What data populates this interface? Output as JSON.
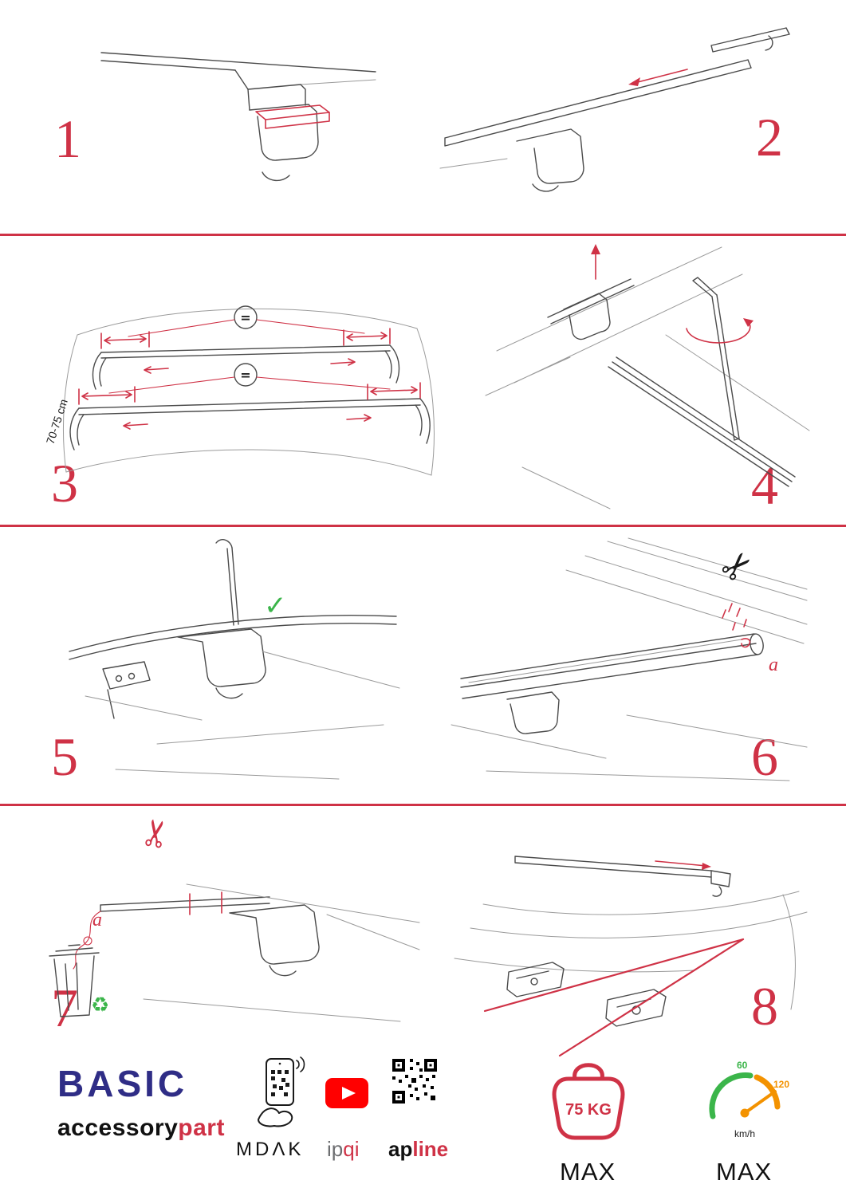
{
  "colors": {
    "accent": "#cf3246",
    "navy": "#2f2d86",
    "green": "#3bb54a",
    "orange": "#f39200"
  },
  "steps": [
    {
      "number": "1"
    },
    {
      "number": "2"
    },
    {
      "number": "3"
    },
    {
      "number": "4"
    },
    {
      "number": "5"
    },
    {
      "number": "6"
    },
    {
      "number": "7"
    },
    {
      "number": "8"
    }
  ],
  "step3": {
    "measure_label": "70-75 cm",
    "equals_top": "=",
    "equals_bottom": "="
  },
  "step6": {
    "part_label": "a"
  },
  "step7": {
    "part_label": "a"
  },
  "icons": {
    "scissors": "✂",
    "check": "✓",
    "recycle": "♻"
  },
  "footer": {
    "brand": "BASIC",
    "brand_sub": {
      "black": "accessory",
      "red": "part"
    },
    "partner_mdak": "MDΛK",
    "partner_ipqi": {
      "gray": "ip",
      "red": "qi"
    },
    "partner_apline": {
      "black": "ap",
      "red": "line"
    },
    "weight": {
      "value": "75 KG",
      "max": "MAX"
    },
    "speed": {
      "min": "60",
      "max_tick": "120",
      "unit": "km/h",
      "max": "MAX"
    }
  }
}
